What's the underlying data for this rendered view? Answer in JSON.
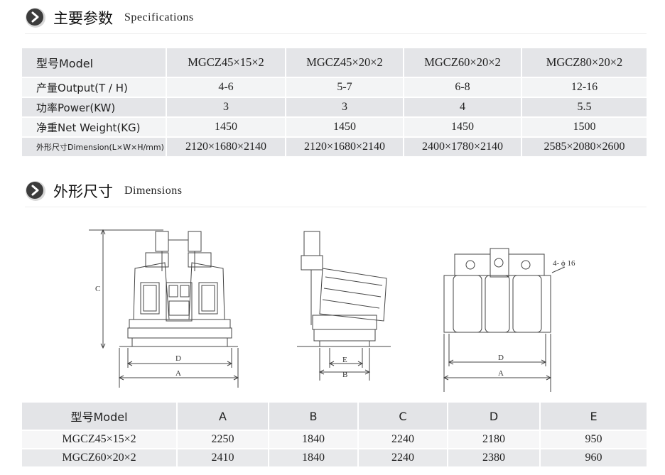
{
  "specifications": {
    "title_cn": "主要参数",
    "title_en": "Specifications",
    "header": [
      "型号Model",
      "MGCZ45×15×2",
      "MGCZ45×20×2",
      "MGCZ60×20×2",
      "MGCZ80×20×2"
    ],
    "rows": [
      [
        "产量Output(T / H)",
        "4-6",
        "5-7",
        "6-8",
        "12-16"
      ],
      [
        "功率Power(KW)",
        "3",
        "3",
        "4",
        "5.5"
      ],
      [
        "净重Net Weight(KG)",
        "1450",
        "1450",
        "1450",
        "1500"
      ],
      [
        "外形尺寸Dimension(L×W×H/mm)",
        "2120×1680×2140",
        "2120×1680×2140",
        "2400×1780×2140",
        "2585×2080×2600"
      ]
    ]
  },
  "dimensions": {
    "title_cn": "外形尺寸",
    "title_en": "Dimensions",
    "drawing_labels": {
      "c": "C",
      "d": "D",
      "a": "A",
      "e": "E",
      "b": "B",
      "d2": "D",
      "a2": "A",
      "hole": "4- ϕ 16"
    },
    "header": [
      "型号Model",
      "A",
      "B",
      "C",
      "D",
      "E"
    ],
    "rows": [
      [
        "MGCZ45×15×2",
        "2250",
        "1840",
        "2240",
        "2180",
        "950"
      ],
      [
        "MGCZ60×20×2",
        "2410",
        "1840",
        "2240",
        "2380",
        "960"
      ]
    ]
  },
  "colors": {
    "icon_dark": "#3c3c3c",
    "row_dark": "#e4e5e8",
    "row_light": "#f3f4f5"
  },
  "icons": [
    "chevron-right-icon",
    "chevron-right-icon"
  ]
}
